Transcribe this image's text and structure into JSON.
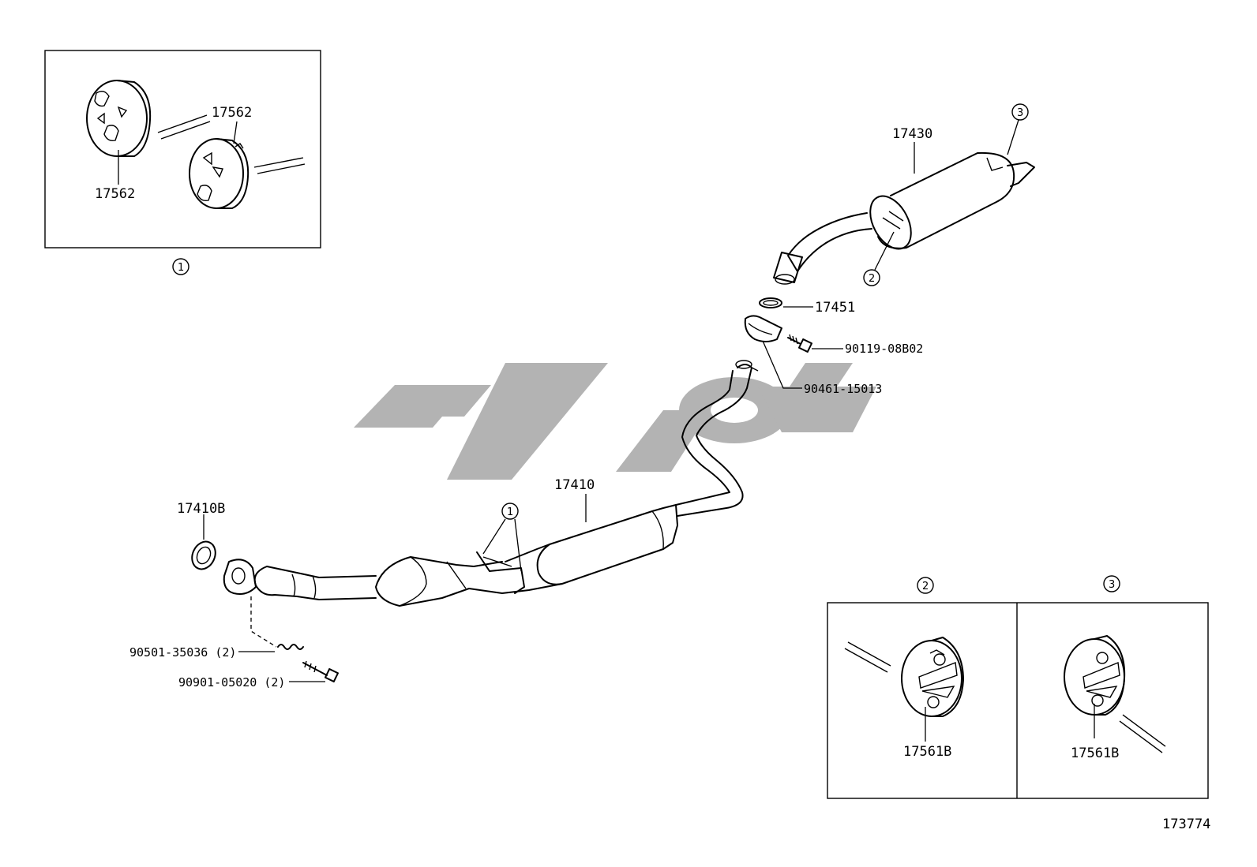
{
  "diagram_id": "173774",
  "callouts": {
    "one": "1",
    "two": "2",
    "three": "3"
  },
  "parts": {
    "mount_a": "17562",
    "mount_b": "17562",
    "muffler": "17430",
    "gasket_ring": "17451",
    "bolt": "90119-08B02",
    "clamp": "90461-15013",
    "front_pipe": "17410",
    "front_gasket": "17410B",
    "spring": "90501-35036 (2)",
    "stud_bolt": "90901-05020 (2)",
    "hanger_2": "17561B",
    "hanger_3": "17561B"
  },
  "colors": {
    "line": "#000000",
    "watermark": "#b3b3b3",
    "background": "#ffffff"
  }
}
